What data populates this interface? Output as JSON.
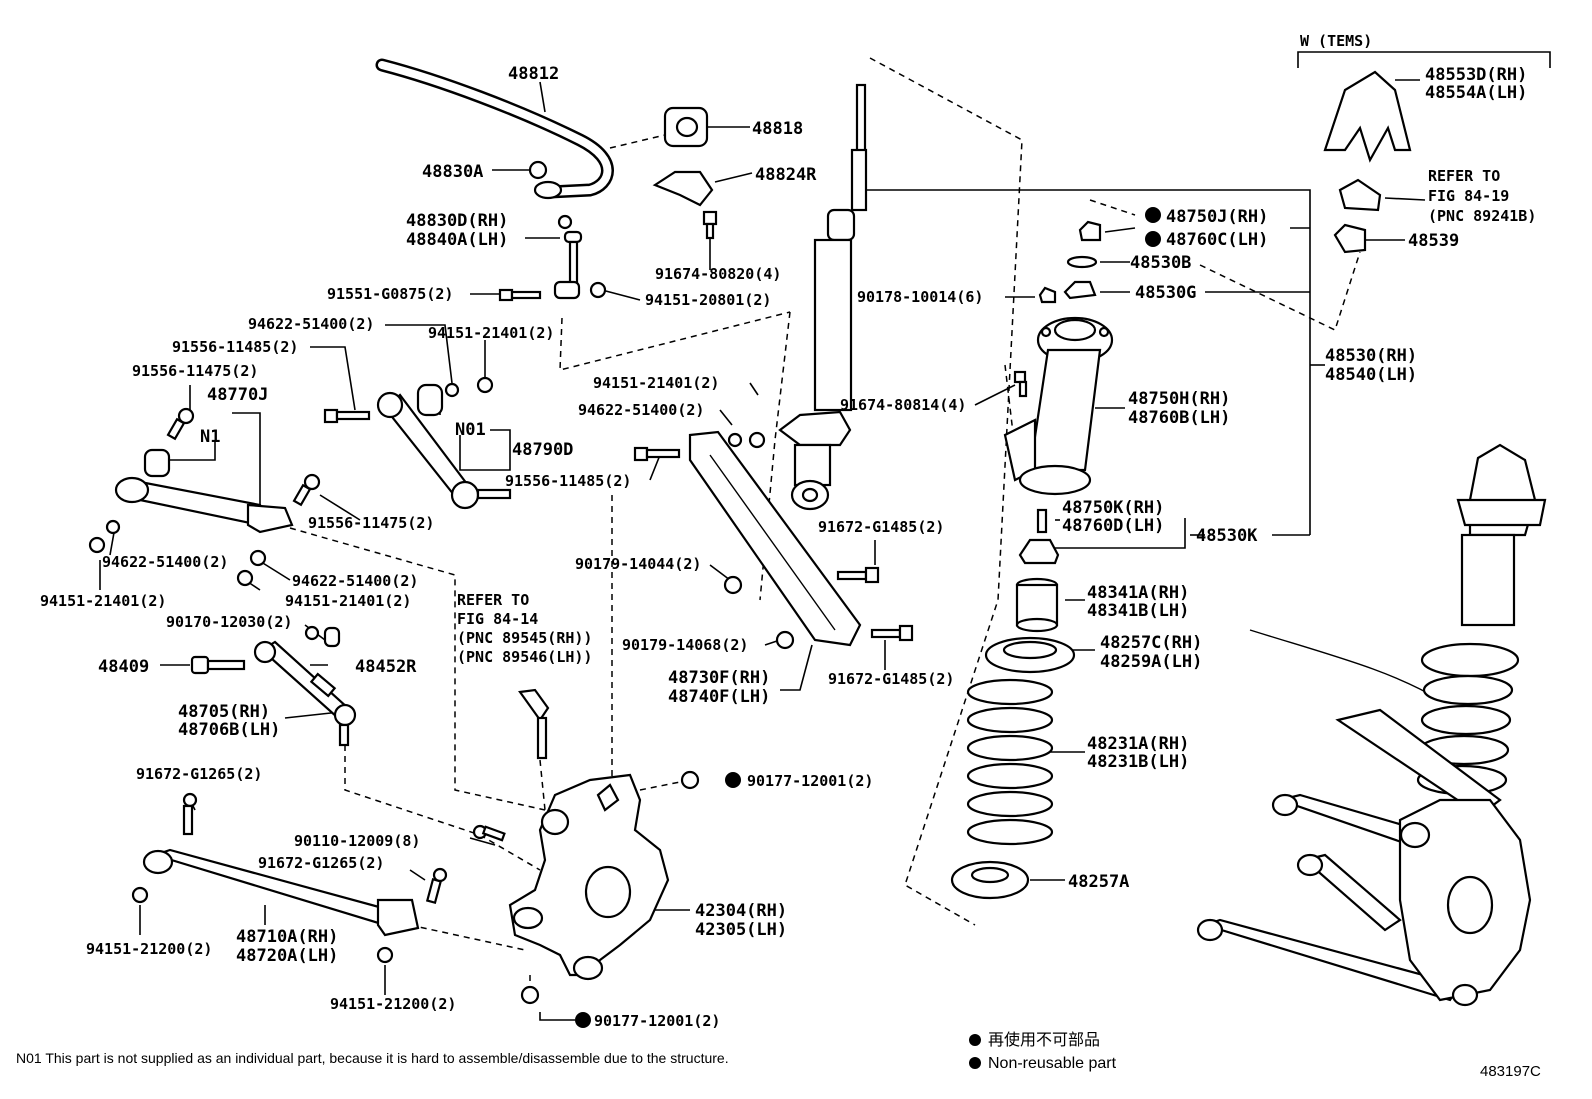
{
  "labels": {
    "p48812": "48812",
    "p48818": "48818",
    "p48830A": "48830A",
    "p48824R": "48824R",
    "p48830D": "48830D(RH)",
    "p48840A": "48840A(LH)",
    "p91674_80820": "91674-80820(4)",
    "p91551": "91551-G0875(2)",
    "p94151_20801": "94151-20801(2)",
    "p94622_a": "94622-51400(2)",
    "p94151_a": "94151-21401(2)",
    "p91556_11485_a": "91556-11485(2)",
    "p91556_11475_a": "91556-11475(2)",
    "p48770J": "48770J",
    "pN1": "N1",
    "pN01": "N01",
    "p48790D": "48790D",
    "p91556_11475_b": "91556-11475(2)",
    "p94622_b": "94622-51400(2)",
    "p94151_b": "94151-21401(2)",
    "p94622_c": "94622-51400(2)",
    "p94151_c": "94151-21401(2)",
    "p94151_d": "94151-21401(2)",
    "p94622_d": "94622-51400(2)",
    "p91556_11485_b": "91556-11485(2)",
    "p90170": "90170-12030(2)",
    "p48409": "48409",
    "p48452R": "48452R",
    "p48705": "48705(RH)",
    "p48706B": "48706B(LH)",
    "p90179_14044": "90179-14044(2)",
    "p90179_14068": "90179-14068(2)",
    "p48730F": "48730F(RH)",
    "p48740F": "48740F(LH)",
    "p91672_G1485_a": "91672-G1485(2)",
    "p91672_G1485_b": "91672-G1485(2)",
    "p91674_80814": "91674-80814(4)",
    "p90178": "90178-10014(6)",
    "p48750J": "48750J(RH)",
    "p48760C": "48760C(LH)",
    "p48530B": "48530B",
    "p48530G": "48530G",
    "p48750H": "48750H(RH)",
    "p48760B": "48760B(LH)",
    "p48750K": "48750K(RH)",
    "p48760D": "48760D(LH)",
    "p48530K": "48530K",
    "p48341A": "48341A(RH)",
    "p48341B": "48341B(LH)",
    "p48257C": "48257C(RH)",
    "p48259A": "48259A(LH)",
    "p48231A": "48231A(RH)",
    "p48231B": "48231B(LH)",
    "p48257A": "48257A",
    "p48530": "48530(RH)",
    "p48540": "48540(LH)",
    "wtems": "W (TEMS)",
    "p48553D": "48553D(RH)",
    "p48554A": "48554A(LH)",
    "refer1_a": "REFER TO",
    "refer1_b": "FIG 84-19",
    "refer1_c": "(PNC 89241B)",
    "p48539": "48539",
    "refer2_a": "REFER TO",
    "refer2_b": "FIG 84-14",
    "refer2_c": "(PNC 89545(RH))",
    "refer2_d": "(PNC 89546(LH))",
    "p90177_a": "90177-12001(2)",
    "p90177_b": "90177-12001(2)",
    "p91672_G1265_a": "91672-G1265(2)",
    "p90110": "90110-12009(8)",
    "p91672_G1265_b": "91672-G1265(2)",
    "p42304": "42304(RH)",
    "p42305": "42305(LH)",
    "p94151_21200_a": "94151-21200(2)",
    "p48710A": "48710A(RH)",
    "p48720A": "48720A(LH)",
    "p94151_21200_b": "94151-21200(2)"
  },
  "legend": {
    "jp": "再使用不可部品",
    "en": "Non-reusable part"
  },
  "footnote": "N01 This part is not supplied as an individual part, because it is hard to assemble/disassemble due to the structure.",
  "figure_code": "483197C"
}
